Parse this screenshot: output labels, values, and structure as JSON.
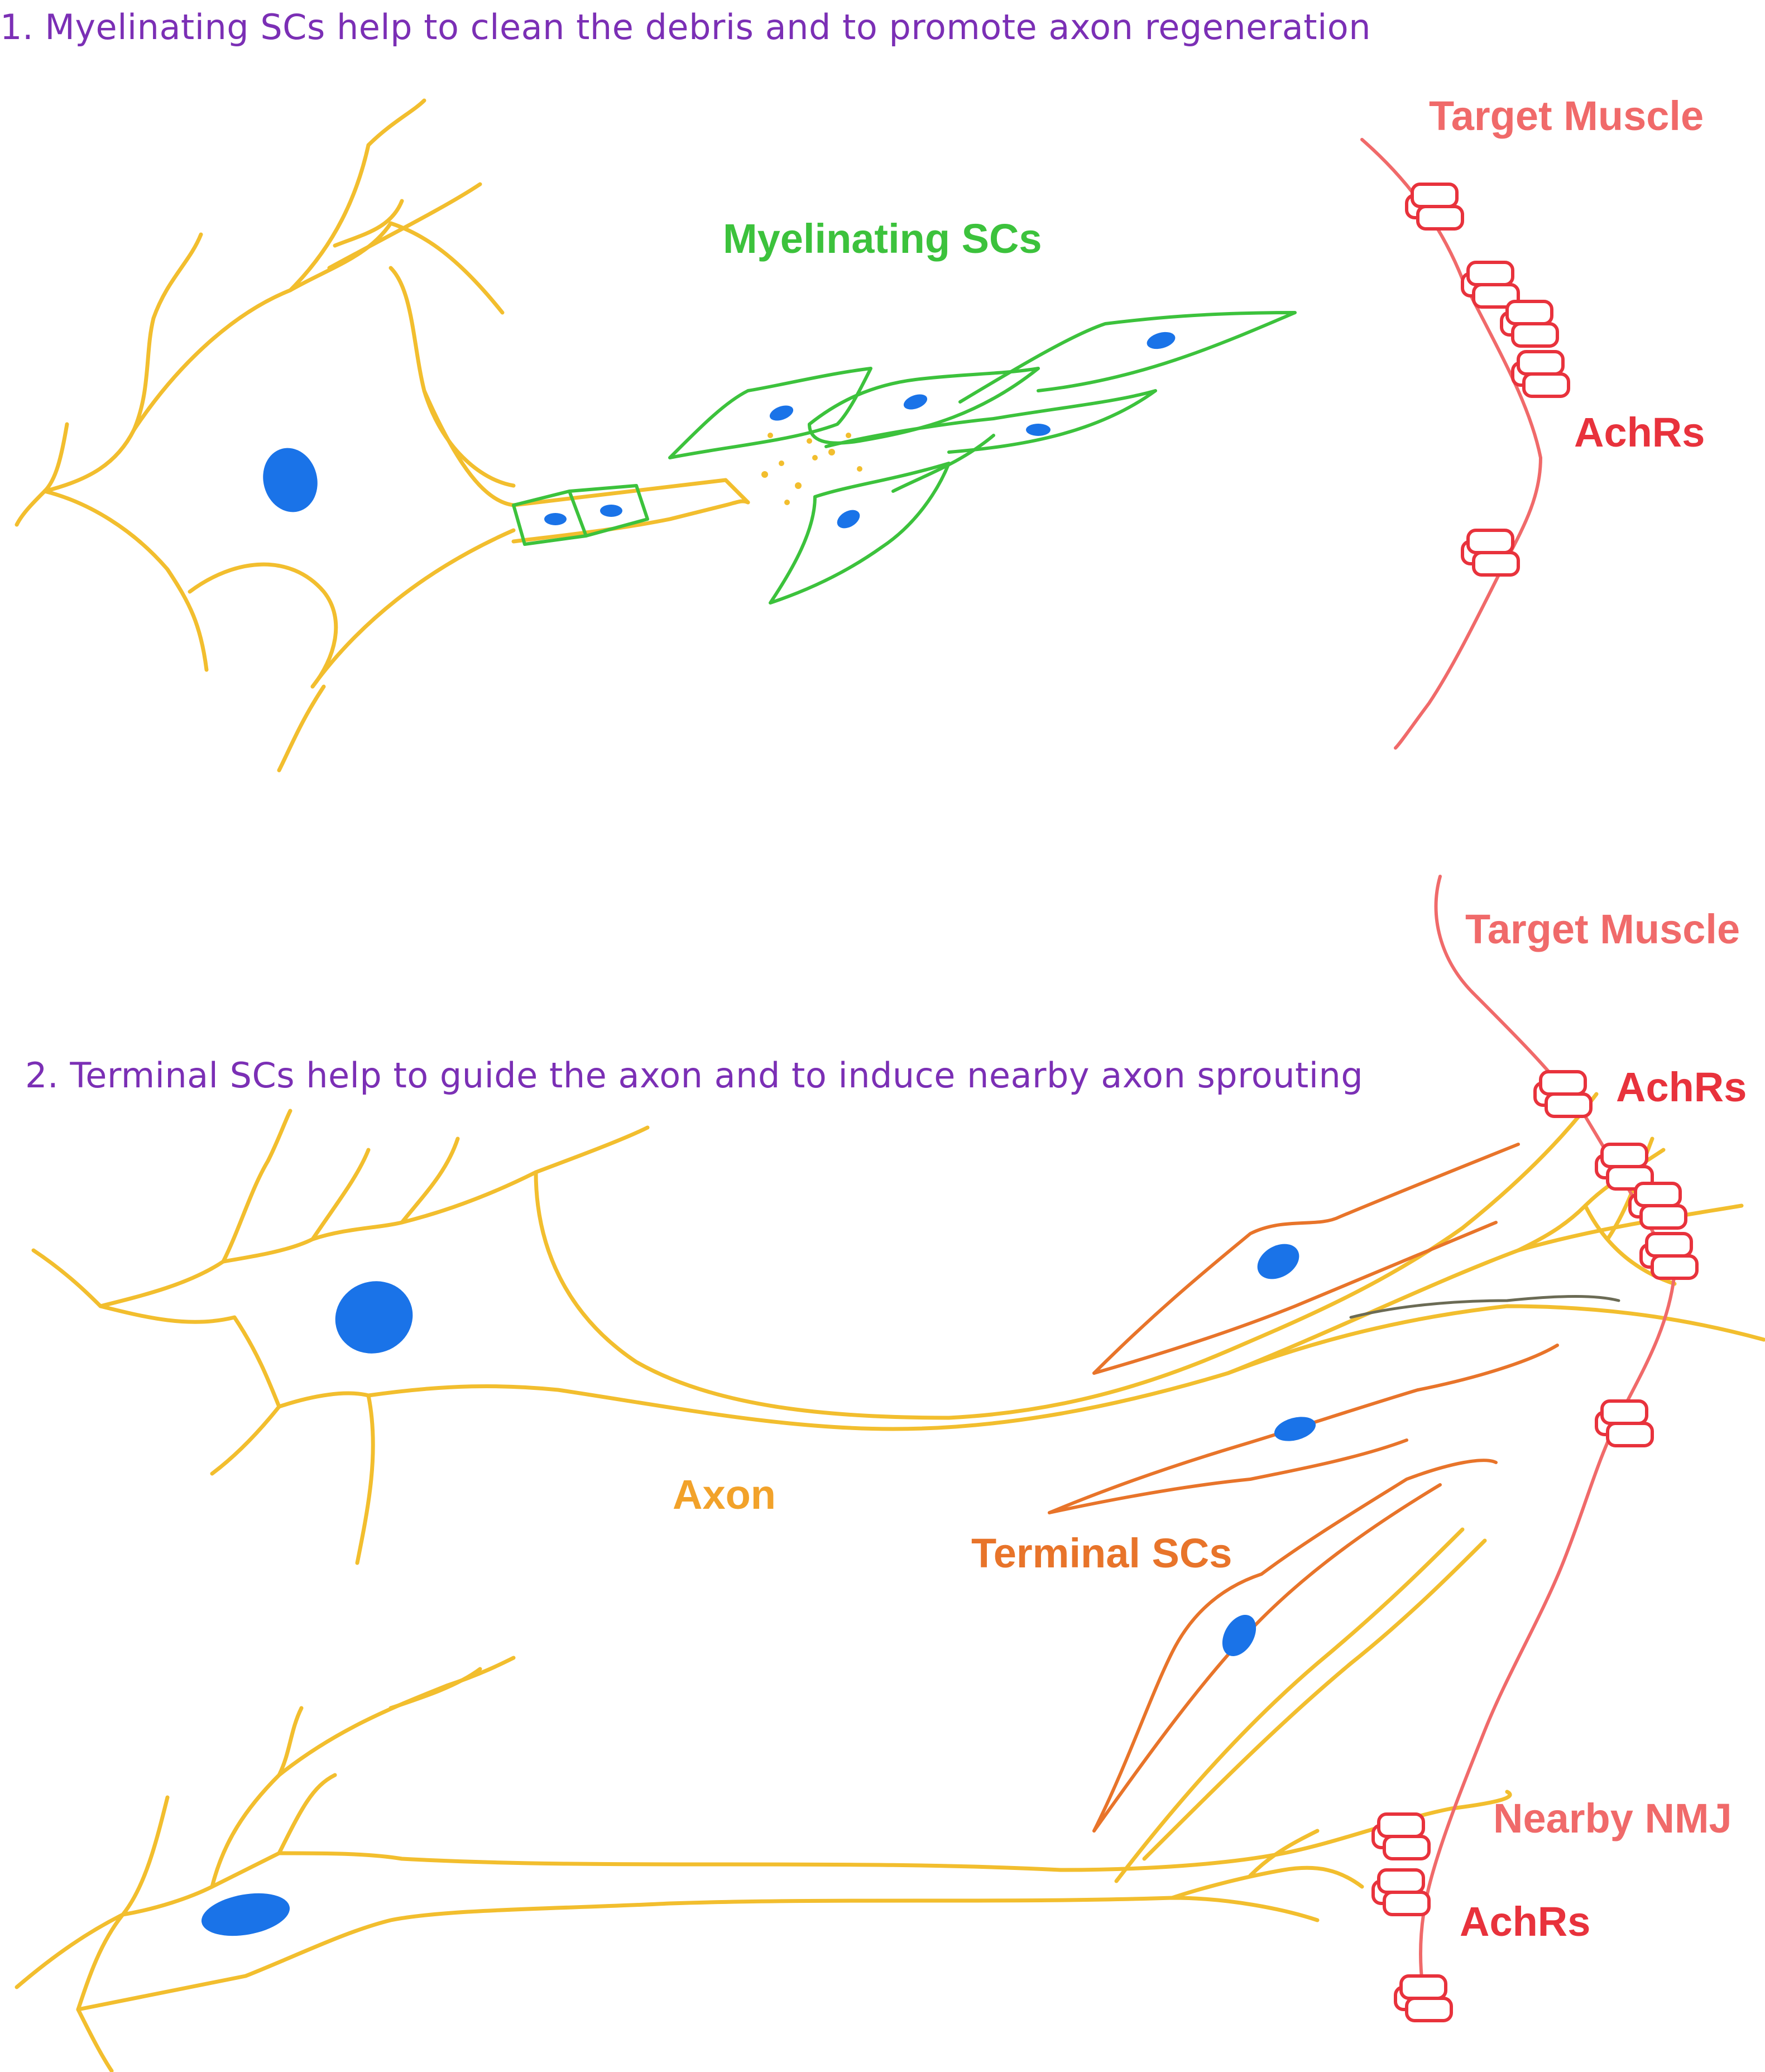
{
  "panel1": {
    "heading": "1. Myelinating SCs help to clean the debris and to promote axon regeneration",
    "myelinating_label": "Myelinating SCs",
    "target_muscle_label": "Target Muscle",
    "achrs_label": "AchRs"
  },
  "panel2": {
    "heading": "2. Terminal SCs help to guide the axon and to induce nearby axon sprouting",
    "target_muscle_label": "Target Muscle",
    "achrs_top_label": "AchRs",
    "axon_label": "Axon",
    "terminal_label": "Terminal SCs",
    "nearby_nmj_label": "Nearby NMJ",
    "achrs_bottom_label": "AchRs"
  },
  "colors": {
    "heading": "#7b2fb5",
    "neuron": "#f2be2e",
    "schwann_myelinating": "#3cc23c",
    "schwann_terminal": "#e8742a",
    "nucleus": "#1a73e8",
    "muscle": "#f06a6a",
    "achr": "#e8323c"
  }
}
